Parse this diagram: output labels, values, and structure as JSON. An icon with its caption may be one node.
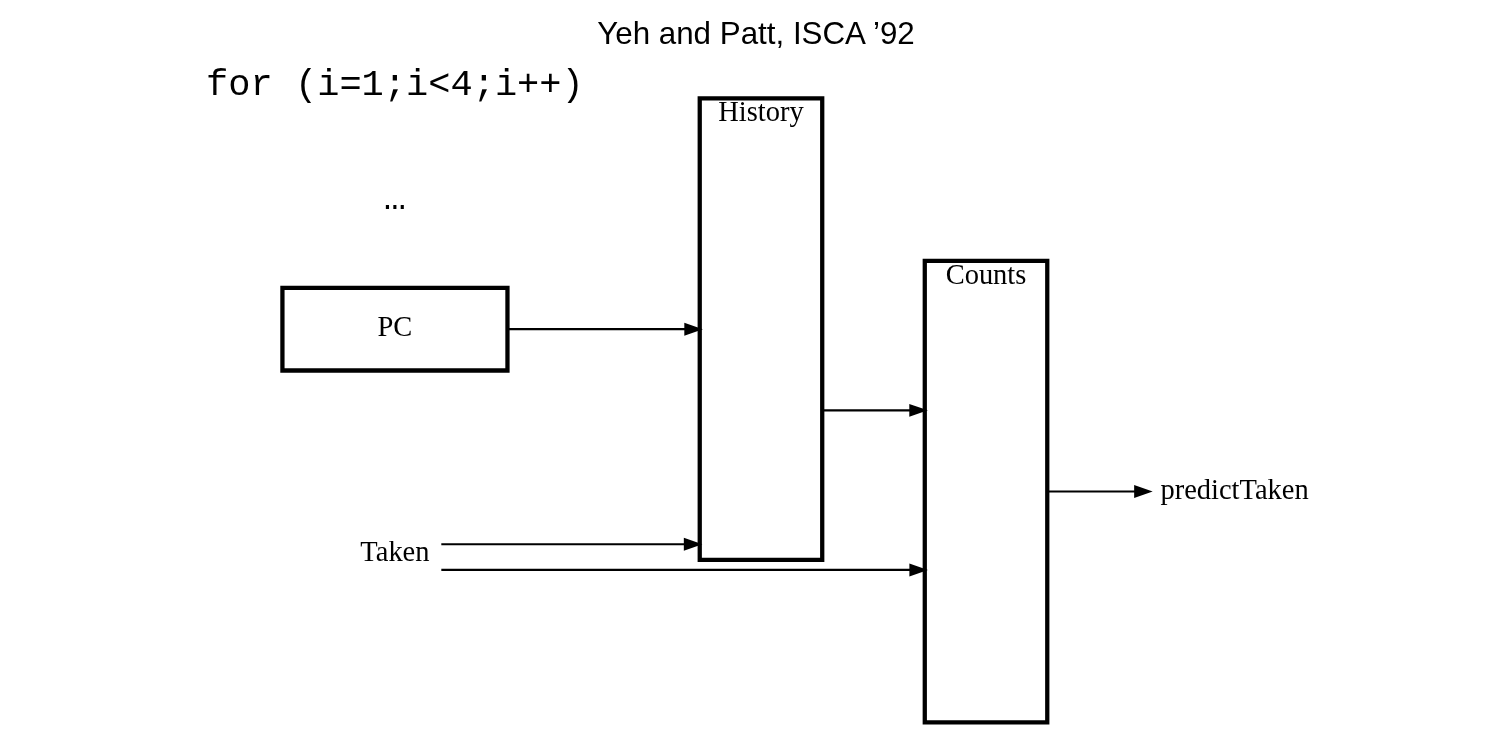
{
  "diagram": {
    "title": "Yeh and Patt, ISCA ’92",
    "nodes": [
      {
        "text": [
          "Taken"
        ]
      },
      {
        "text": [
          "History"
        ]
      },
      {
        "text": [
          "Counts"
        ]
      },
      {
        "text": [
          "predictTaken"
        ]
      },
      {
        "text": [
          "PC"
        ]
      }
    ],
    "edges": [
      {
        "from": 0,
        "to": 1,
        "arrow": "to"
      },
      {
        "from": 0,
        "to": 2,
        "arrow": "to"
      },
      {
        "from": 2,
        "to": 3,
        "arrow": "to"
      },
      {
        "from": 4,
        "to": 1,
        "arrow": "to"
      },
      {
        "from": 1,
        "to": 2,
        "arrow": "to"
      }
    ],
    "labels": [
      "for (i=1;i<4;i++)",
      "…"
    ]
  }
}
